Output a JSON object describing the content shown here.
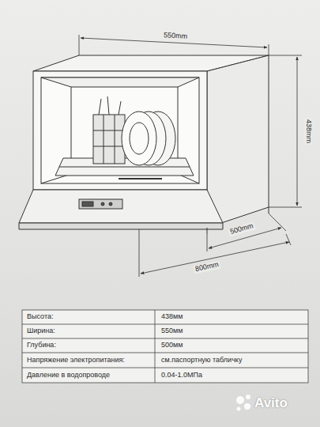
{
  "diagram": {
    "labels": [
      "550mm",
      "438mm",
      "500mm",
      "800mm",
      "Высота:",
      "438мм",
      "Ширина:",
      "550мм",
      "Глубина:",
      "500мм",
      "Напряжение электропитания:",
      "см.паспортную табличку",
      "Давление в водопроводе",
      "0.04-1.0МПа",
      "Avito"
    ]
  }
}
